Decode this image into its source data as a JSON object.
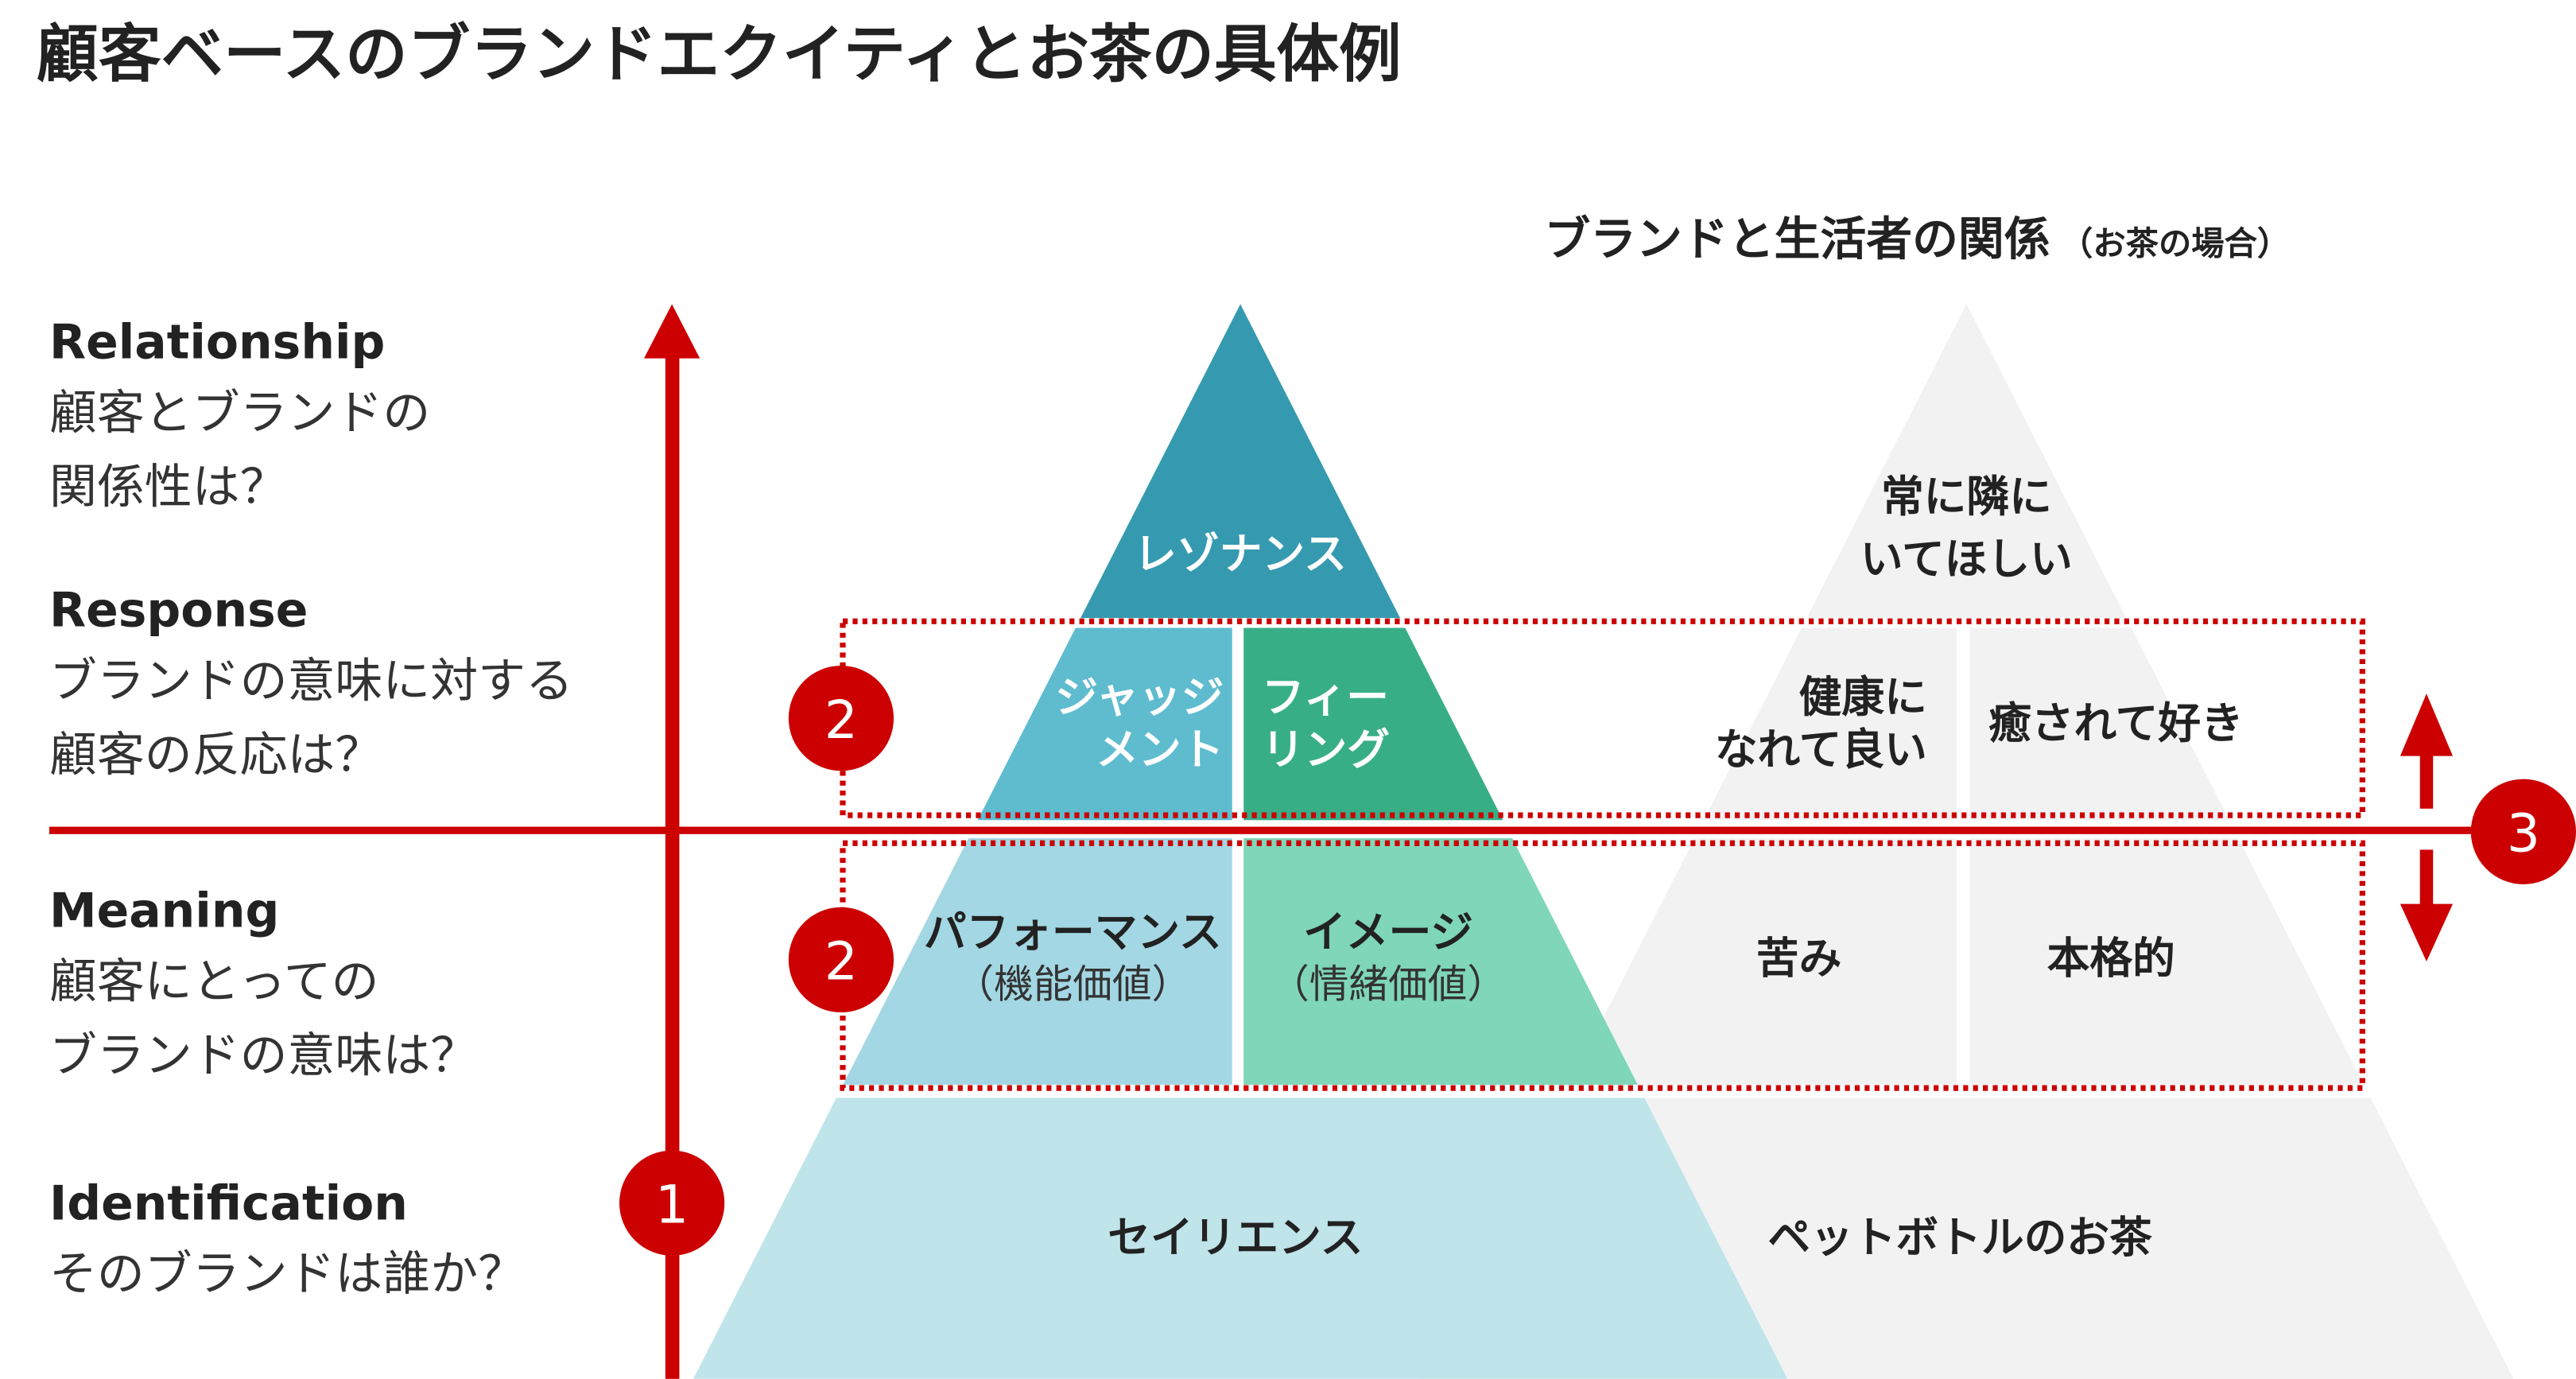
{
  "title": "顧客ベースのブランドエクイティとお茶の具体例",
  "right_heading": {
    "main": "ブランドと生活者の関係",
    "note": "（お茶の場合）"
  },
  "levels": [
    {
      "name": "Relationship",
      "question": [
        "顧客とブランドの",
        "関係性は？"
      ]
    },
    {
      "name": "Response",
      "question": [
        "ブランドの意味に対する",
        "顧客の反応は？"
      ]
    },
    {
      "name": "Meaning",
      "question": [
        "顧客にとっての",
        "ブランドの意味は？"
      ]
    },
    {
      "name": "Identification",
      "question": [
        "そのブランドは誰か？"
      ]
    }
  ],
  "pyramid_left": {
    "resonance": "レゾナンス",
    "judgement": [
      "ジャッジ",
      "メント"
    ],
    "feeling": [
      "フィー",
      "リング"
    ],
    "performance": {
      "label": "パフォーマンス",
      "note": "（機能価値）"
    },
    "imagery": {
      "label": "イメージ",
      "note": "（情緒価値）"
    },
    "salience": "セイリエンス"
  },
  "pyramid_right": {
    "top": [
      "常に隣に",
      "いてほしい"
    ],
    "response_left": [
      "健康に",
      "なれて良い"
    ],
    "response_right": "癒されて好き",
    "meaning_left": "苦み",
    "meaning_right": "本格的",
    "base": "ペットボトルのお茶"
  },
  "markers": {
    "one": "1",
    "two": "2",
    "three": "3"
  },
  "colors": {
    "red": "#cc0000",
    "resonance": "#359aaf",
    "judgement": "#5fbccf",
    "feeling": "#38ae87",
    "performance": "#a3d7e3",
    "imagery": "#7fd6b9",
    "salience": "#bfe4ea",
    "right_pyramid": "#f2f2f2"
  }
}
